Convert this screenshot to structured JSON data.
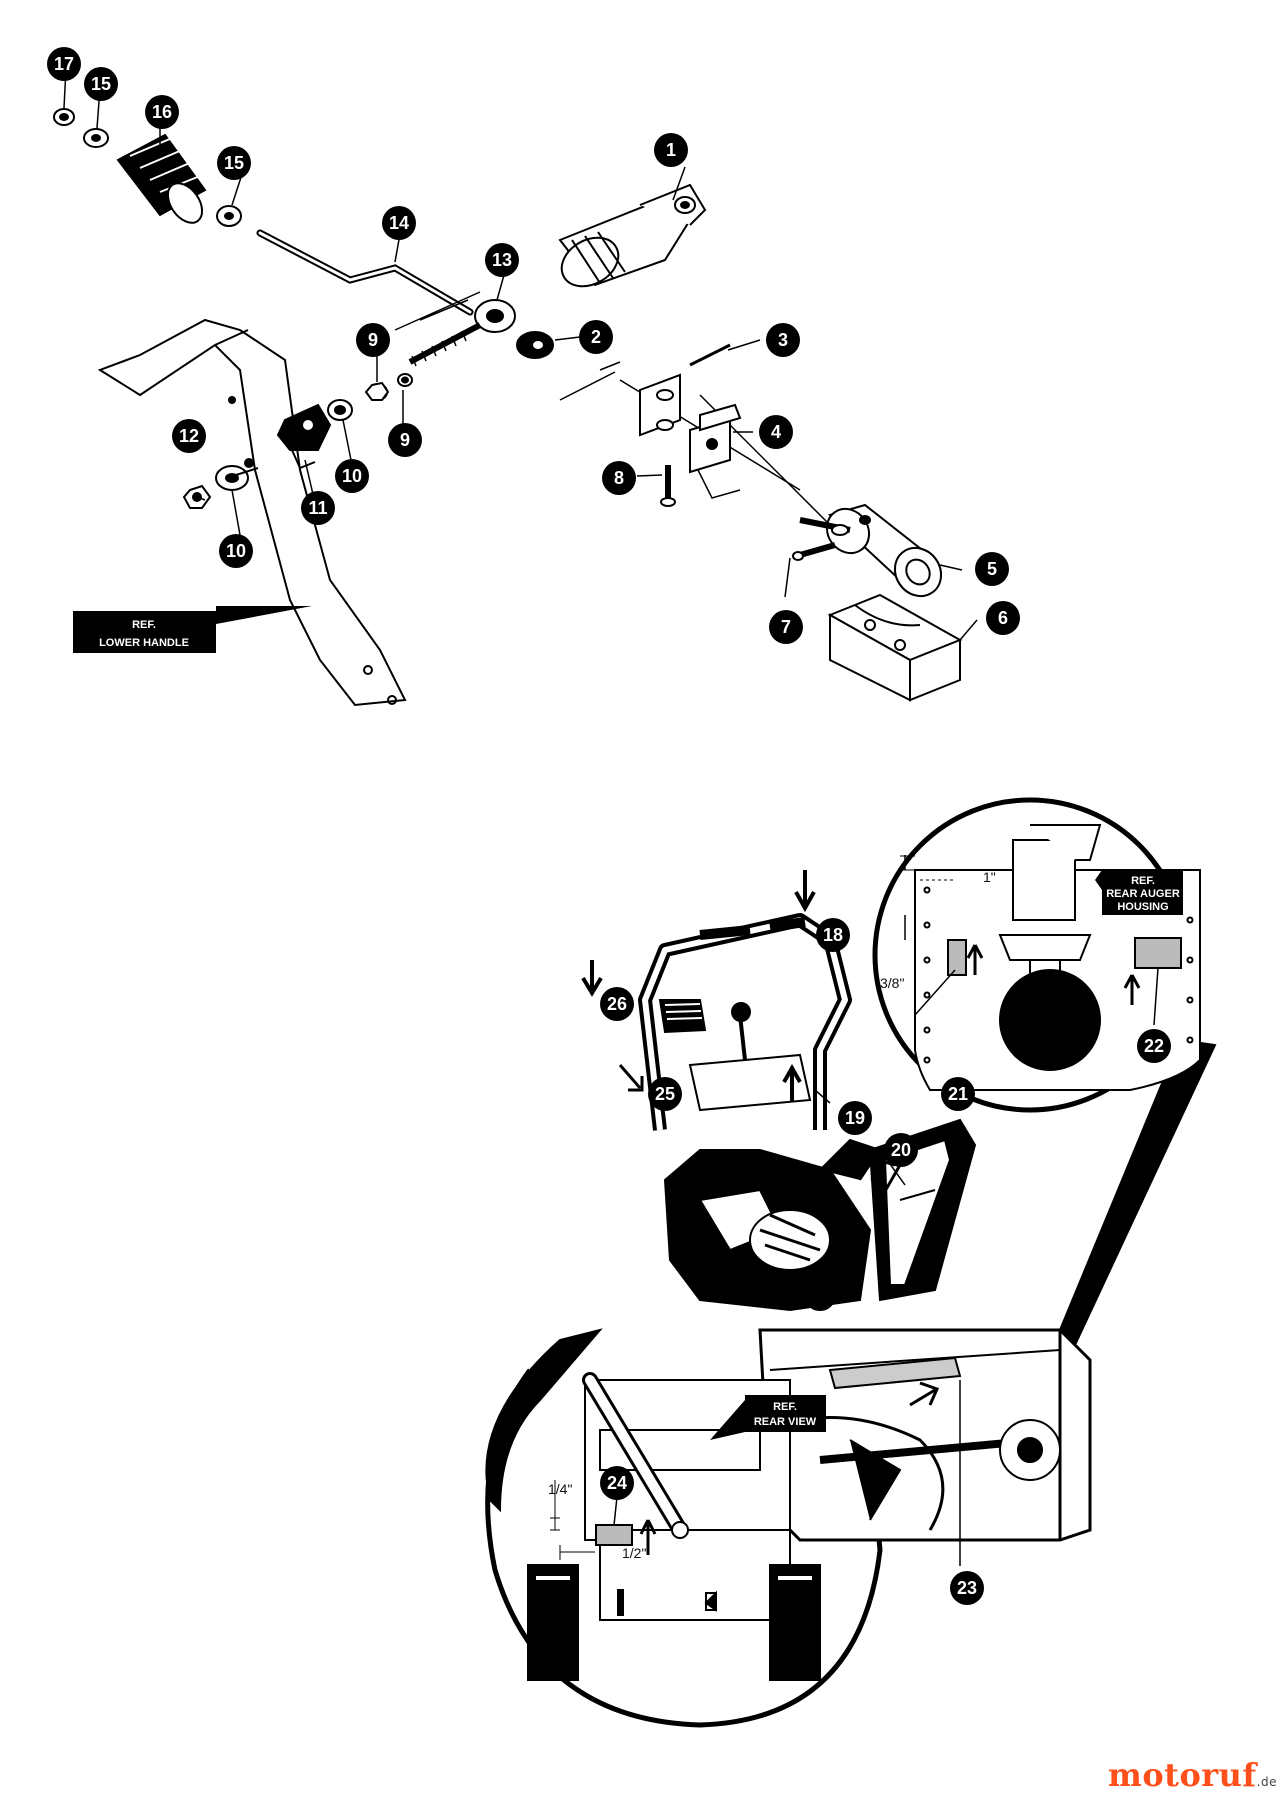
{
  "callouts": {
    "c1": "1",
    "c2": "2",
    "c3": "3",
    "c4": "4",
    "c5": "5",
    "c6": "6",
    "c7": "7",
    "c8": "8",
    "c9a": "9",
    "c9b": "9",
    "c10a": "10",
    "c10b": "10",
    "c11": "11",
    "c12": "12",
    "c13": "13",
    "c14": "14",
    "c15a": "15",
    "c15b": "15",
    "c16": "16",
    "c17": "17",
    "c18": "18",
    "c19": "19",
    "c20": "20",
    "c21": "21",
    "c22": "22",
    "c23": "23",
    "c24": "24",
    "c25": "25",
    "c26": "26"
  },
  "ref_tags": {
    "lower_handle": [
      "REF.",
      "LOWER HANDLE"
    ],
    "rear_auger_housing": [
      "REF.",
      "REAR AUGER",
      "HOUSING"
    ],
    "rear_view": [
      "REF.",
      "REAR VIEW"
    ]
  },
  "dimensions": {
    "one_inch": "1\"",
    "three_eighths": "3/8\"",
    "one_quarter": "1/4\"",
    "one_half": "1/2\""
  },
  "watermark": {
    "brand": "motoruf",
    "tld": ".de"
  }
}
